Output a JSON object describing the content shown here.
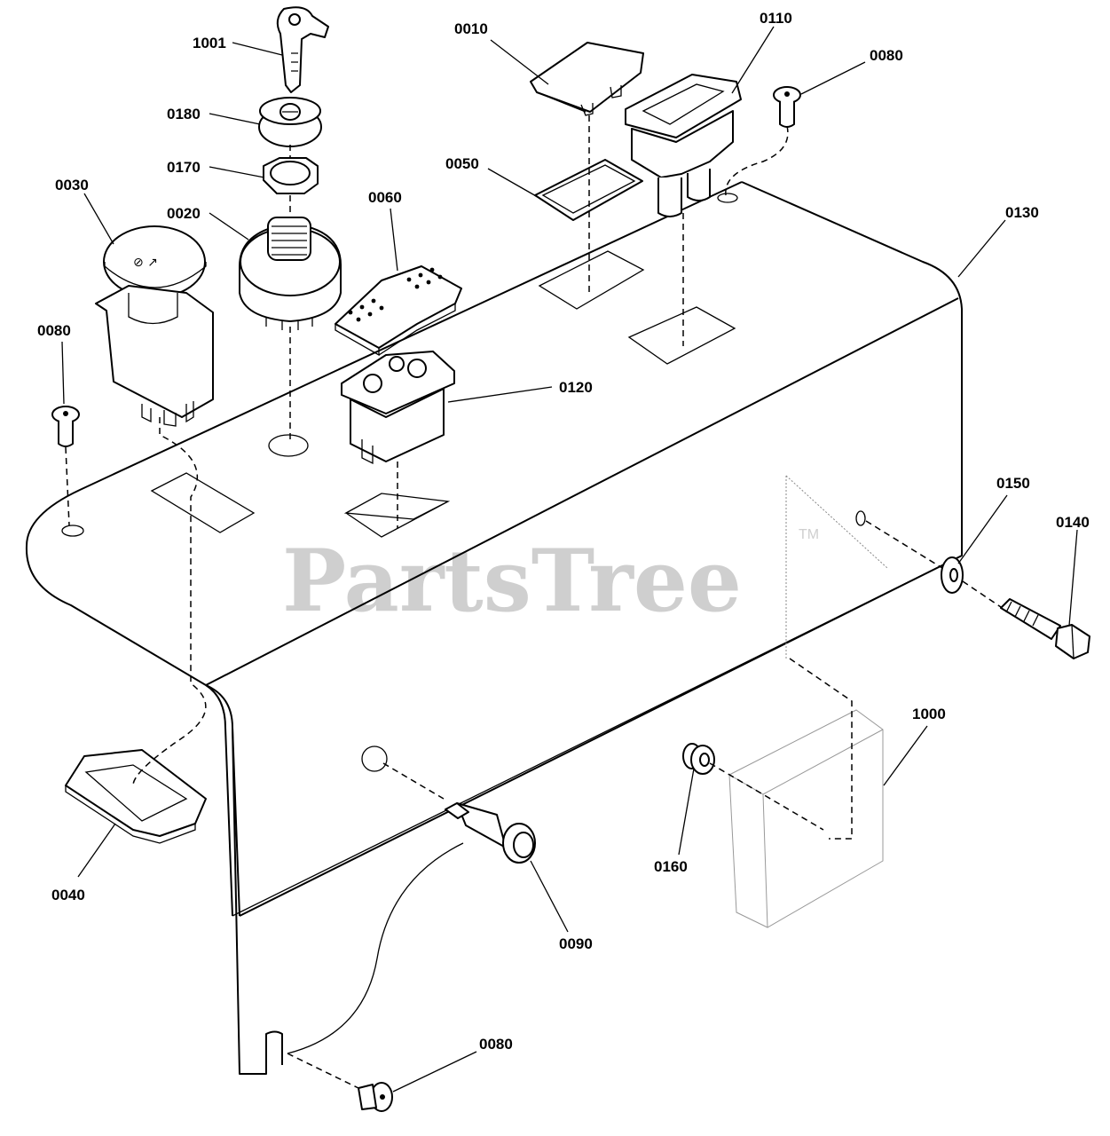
{
  "watermark": {
    "text": "PartsTree",
    "trademark": "TM"
  },
  "callouts": [
    {
      "id": "c-1001",
      "label": "1001"
    },
    {
      "id": "c-0180",
      "label": "0180"
    },
    {
      "id": "c-0170",
      "label": "0170"
    },
    {
      "id": "c-0030",
      "label": "0030"
    },
    {
      "id": "c-0020",
      "label": "0020"
    },
    {
      "id": "c-0010",
      "label": "0010"
    },
    {
      "id": "c-0050",
      "label": "0050"
    },
    {
      "id": "c-0060",
      "label": "0060"
    },
    {
      "id": "c-0110",
      "label": "0110"
    },
    {
      "id": "c-0080a",
      "label": "0080"
    },
    {
      "id": "c-0130",
      "label": "0130"
    },
    {
      "id": "c-0080b",
      "label": "0080"
    },
    {
      "id": "c-0120",
      "label": "0120"
    },
    {
      "id": "c-0150",
      "label": "0150"
    },
    {
      "id": "c-0140",
      "label": "0140"
    },
    {
      "id": "c-1000",
      "label": "1000"
    },
    {
      "id": "c-0040",
      "label": "0040"
    },
    {
      "id": "c-0160",
      "label": "0160"
    },
    {
      "id": "c-0090",
      "label": "0090"
    },
    {
      "id": "c-0080c",
      "label": "0080"
    }
  ]
}
